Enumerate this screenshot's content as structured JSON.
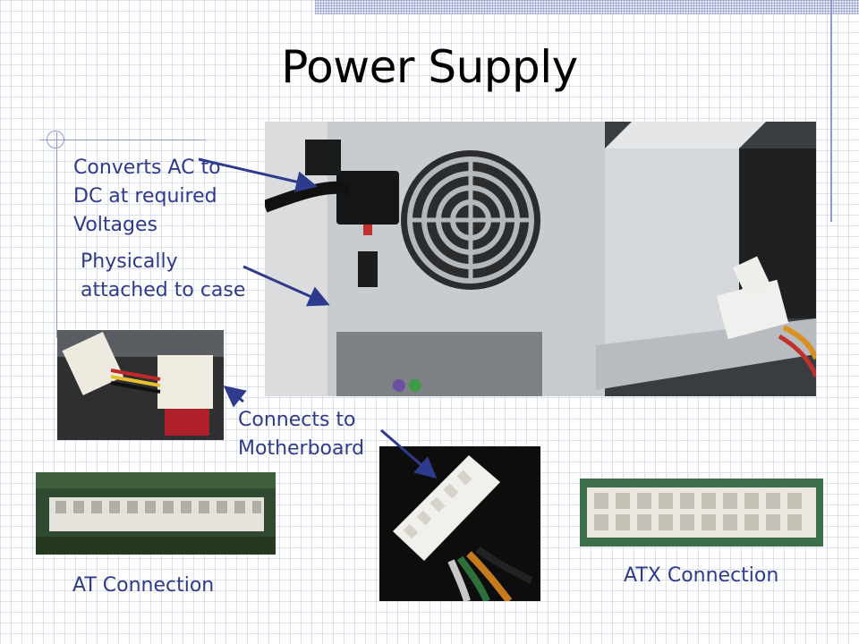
{
  "slide": {
    "title": "Power Supply",
    "label_converts": "Converts AC to\nDC at required\nVoltages",
    "label_attached": "Physically\nattached to case",
    "label_connects": "Connects to\nMotherboard",
    "label_at": "AT Connection",
    "label_atx": "ATX Connection"
  },
  "colors": {
    "label_text": "#2e3b8c",
    "arrow": "#2e3b8c",
    "accent_line": "#8e9ad0"
  }
}
